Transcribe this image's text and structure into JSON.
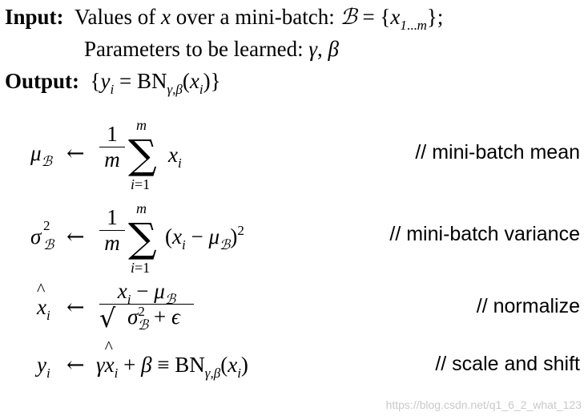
{
  "header": {
    "input_label": "Input:",
    "input_text": "Values of x over a mini-batch: ℬ = {x1...m};",
    "params_text": "Parameters to be learned: γ, β",
    "output_label": "Output:",
    "output_text": "{yi = BNγ,β(xi)}"
  },
  "equations": [
    {
      "lhs": "μℬ ← (1/m) Σ_{i=1}^{m} xi",
      "comment": "// mini-batch mean"
    },
    {
      "lhs": "σℬ² ← (1/m) Σ_{i=1}^{m} (xi − μℬ)²",
      "comment": "// mini-batch variance"
    },
    {
      "lhs": "x̂i ← (xi − μℬ) / √(σℬ² + ϵ)",
      "comment": "// normalize"
    },
    {
      "lhs": "yi ← γx̂i + β ≡ BNγ,β(xi)",
      "comment": "// scale and shift"
    }
  ],
  "watermark": "https://blog.csdn.net/q1_6_2_what_123"
}
